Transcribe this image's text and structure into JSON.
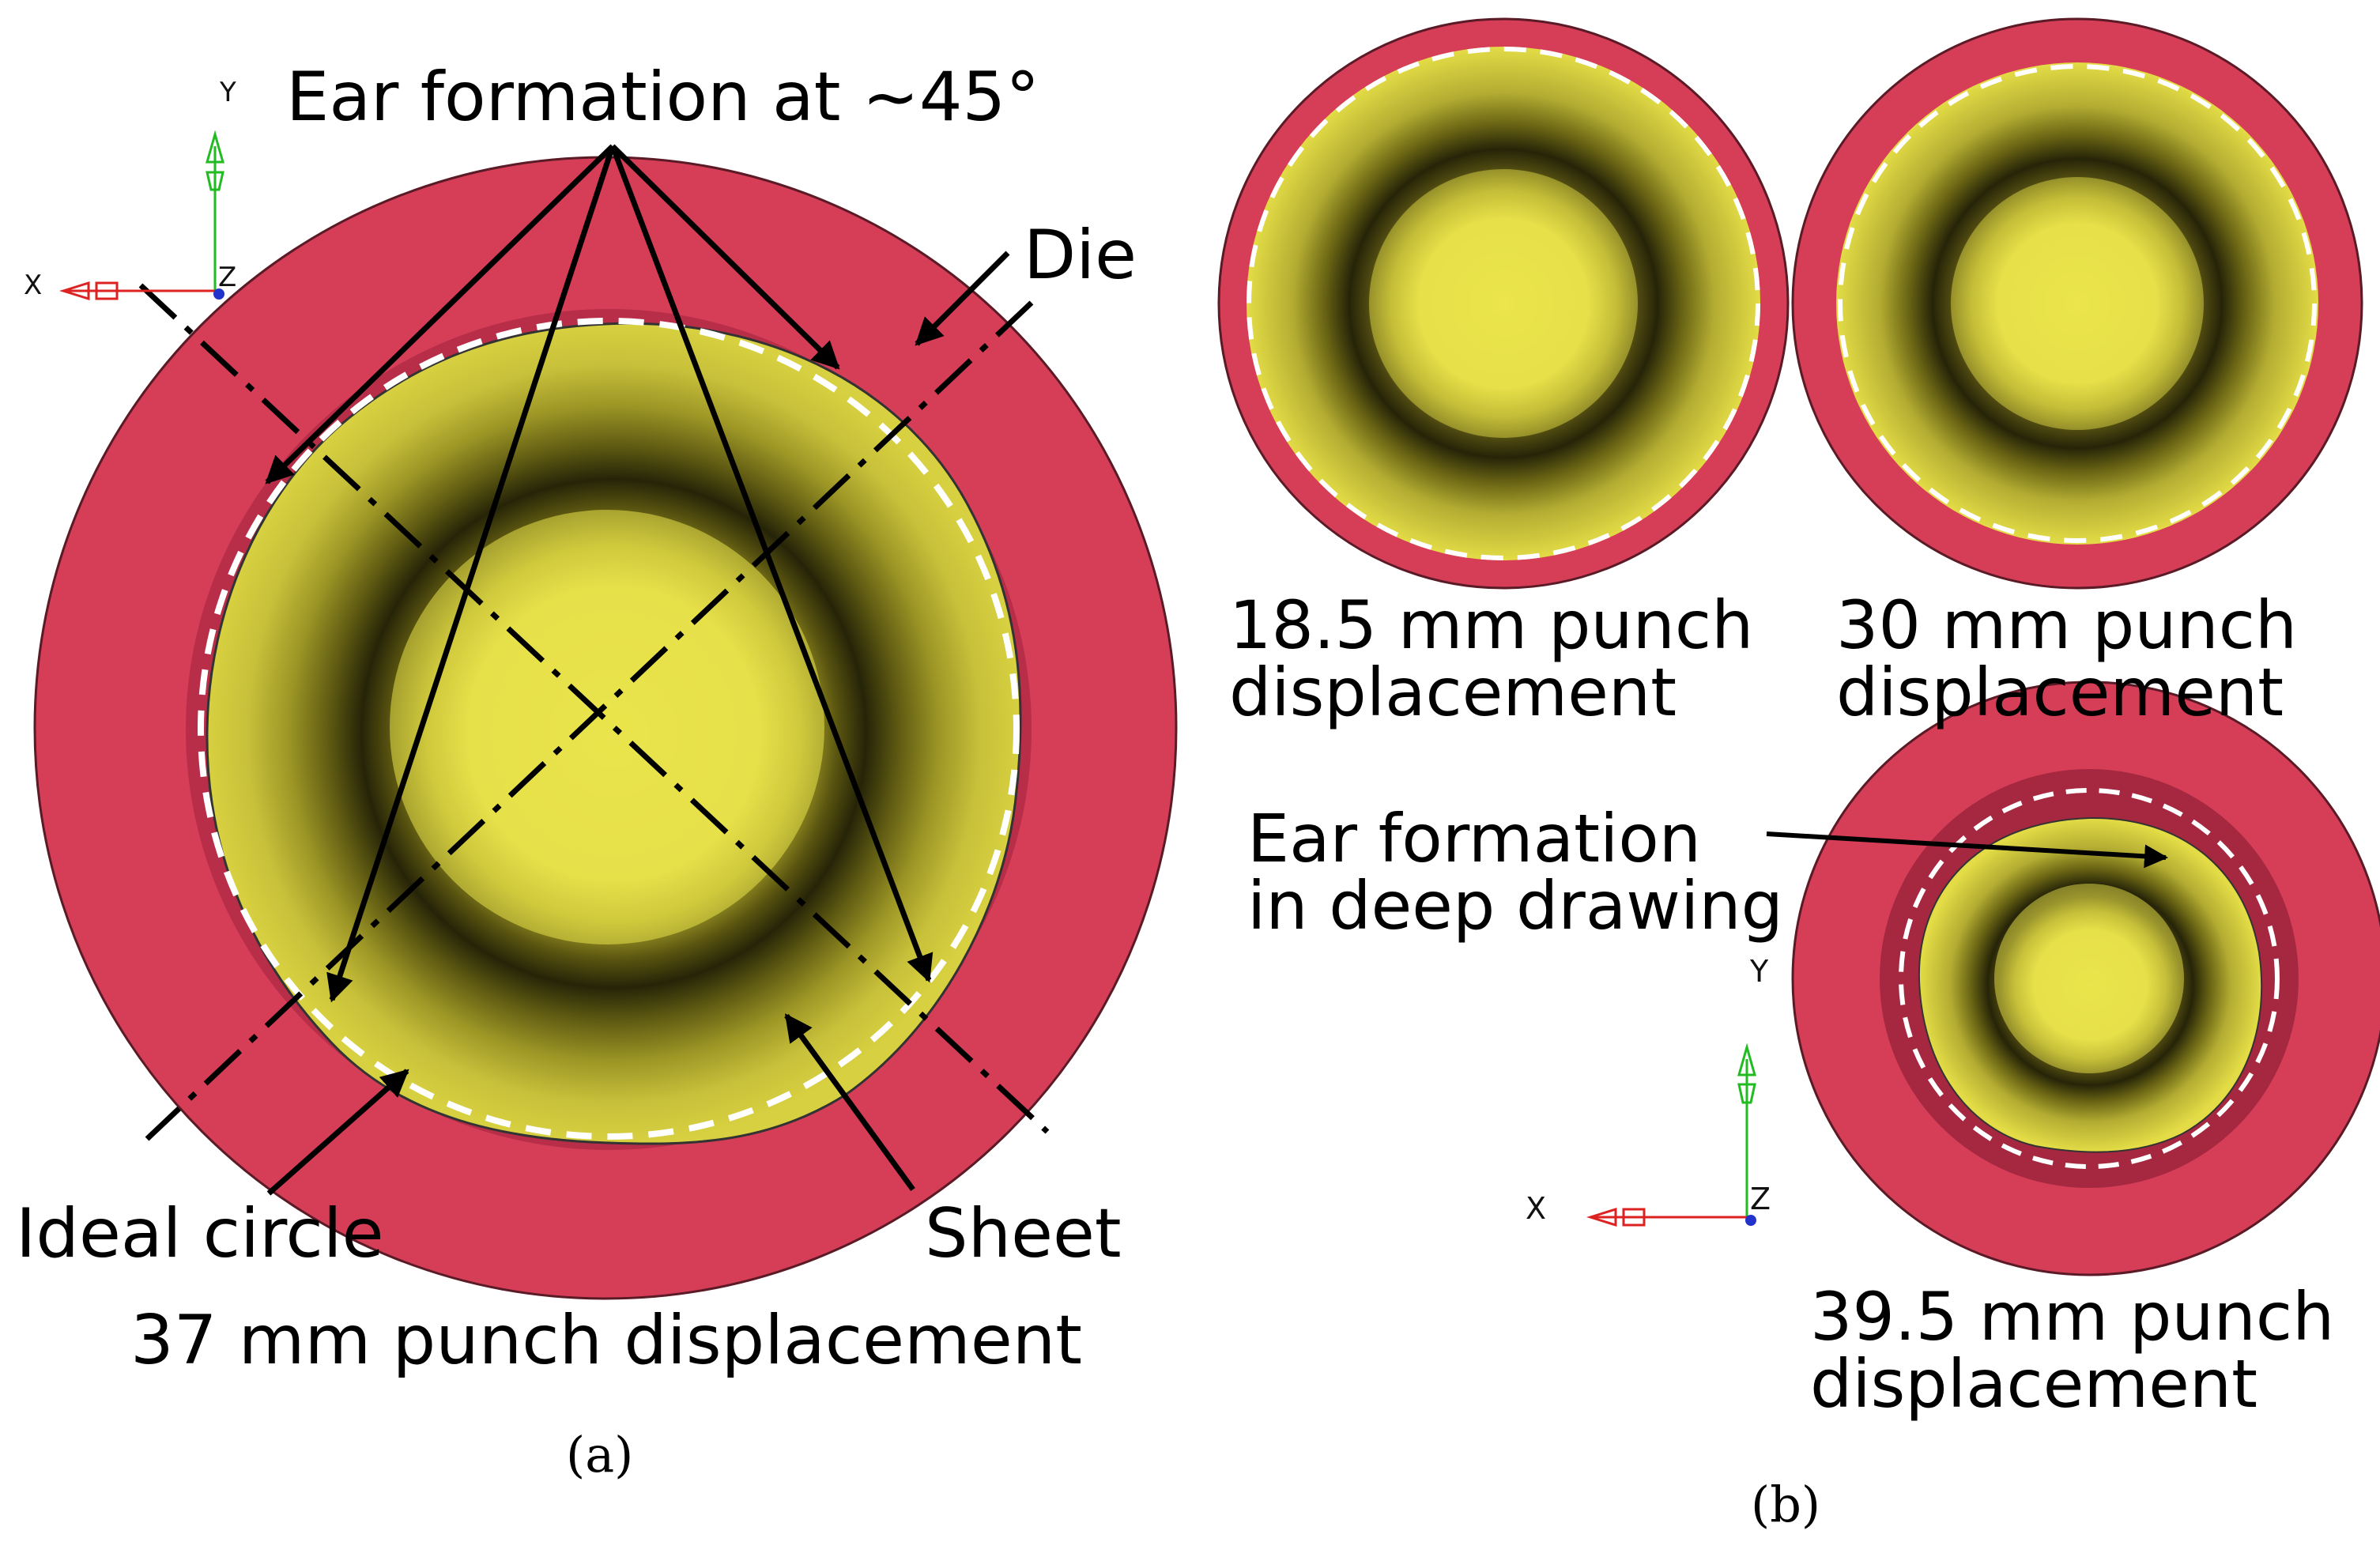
{
  "panel_a": {
    "ear_label": "Ear formation at ~45°",
    "die_label": "Die",
    "ideal_circle_label": "Ideal circle",
    "sheet_label": "Sheet",
    "displacement_label": "37 mm punch displacement",
    "caption": "(a)",
    "axis": {
      "x": "X",
      "y": "Y",
      "z": "Z"
    }
  },
  "panel_b": {
    "small1": {
      "line1": "18.5 mm punch",
      "line2": "displacement"
    },
    "small2": {
      "line1": "30 mm punch",
      "line2": "displacement"
    },
    "small3": {
      "line1": "39.5 mm punch",
      "line2": "displacement"
    },
    "ear_label": {
      "line1": "Ear formation",
      "line2": "in deep drawing"
    },
    "caption": "(b)",
    "axis": {
      "x": "X",
      "y": "Y",
      "z": "Z"
    }
  },
  "colors": {
    "die": "#d63e58",
    "die_dark": "#a52840",
    "sheet_light": "#e8e24a",
    "sheet_dark": "#2b2a08",
    "axis_y": "#22bb22",
    "axis_x": "#dd2222",
    "axis_z": "#2233cc"
  }
}
